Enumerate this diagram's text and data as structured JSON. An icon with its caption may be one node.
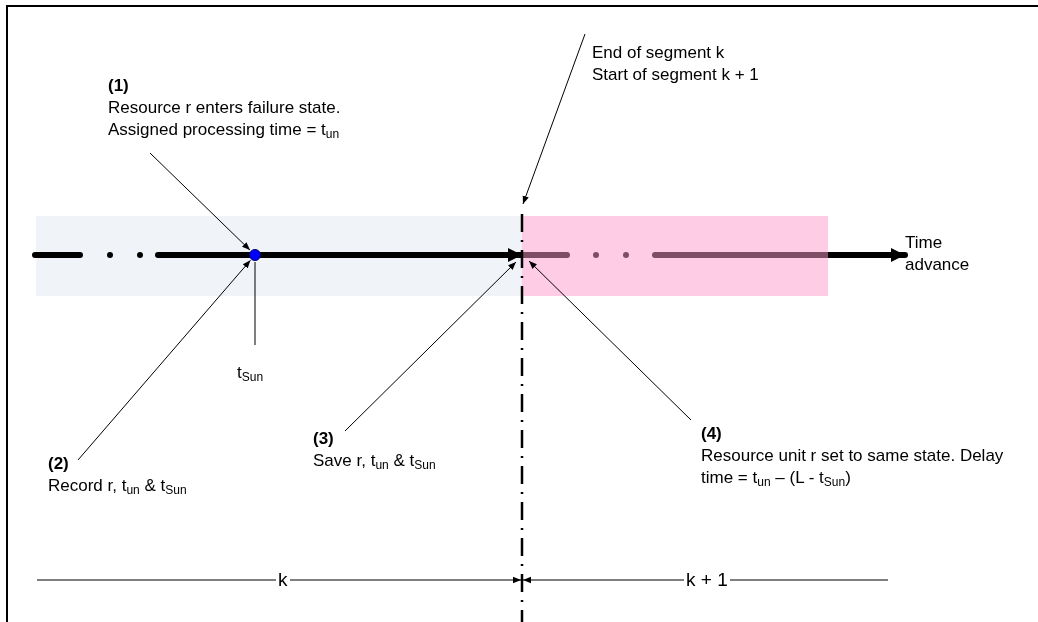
{
  "diagram": {
    "nodes": [
      {
        "text": [
          "(1)",
          "Resource r enters failure state. Assigned processing time = t$_{un}$"
        ]
      },
      {
        "text": [],
        "shape": "circle"
      },
      {
        "text": [
          "End of segment k",
          "Start of segment k + 1"
        ]
      },
      {
        "text": [
          "t$_{Sun}$"
        ]
      },
      {
        "text": [
          "(2)",
          "Record r, t$_{un}$ & t$_{Sun}$"
        ]
      },
      {
        "text": [
          "(3)",
          "Save r, t$_{un}$ & t$_{Sun}$"
        ]
      },
      {
        "text": [
          "(4)",
          "Resource unit r set to same state. Delay time = t$_{un}$ – (L - t$_{Sun}$)"
        ]
      }
    ],
    "edges": [
      {
        "from": 0,
        "to": 1,
        "arrow": "to"
      },
      {
        "from": 2,
        "to": null,
        "arrow": "to"
      },
      {
        "from": 3,
        "to": 1,
        "arrow": "none"
      },
      {
        "from": 4,
        "to": 1,
        "arrow": "to"
      },
      {
        "from": 5,
        "to": null,
        "arrow": "to"
      },
      {
        "from": 6,
        "to": null,
        "arrow": "to"
      }
    ],
    "labels": [
      "Time advance",
      "k",
      "k + 1"
    ]
  }
}
